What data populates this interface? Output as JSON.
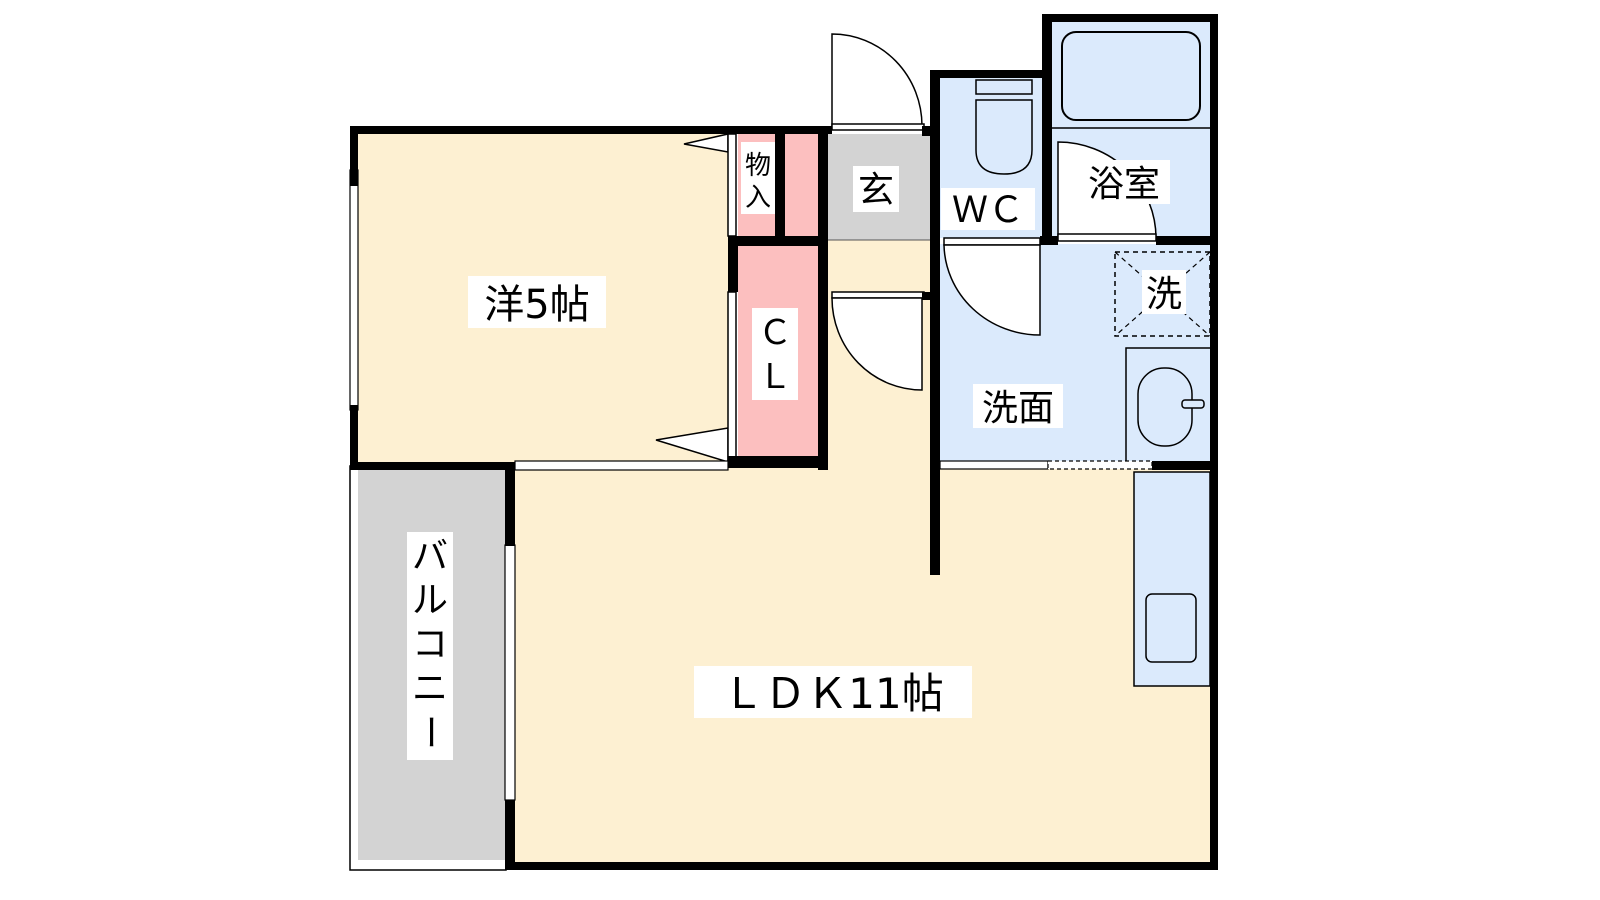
{
  "plan": {
    "rooms": {
      "western": "洋5帖",
      "storage": [
        "物",
        "入"
      ],
      "entrance": "玄",
      "wc": "ＷＣ",
      "bath": "浴室",
      "washer": "洗",
      "closet": [
        "Ｃ",
        "Ｌ"
      ],
      "washroom": "洗面",
      "balcony": [
        "バ",
        "ル",
        "コ",
        "ニ",
        "ー"
      ],
      "ldk": "ＬＤＫ11帖"
    },
    "colors": {
      "room_beige": "#fdf0d2",
      "wet_blue": "#dbeafc",
      "closet_pink": "#fcbfbf",
      "gray": "#d3d3d3",
      "wall": "#000000"
    }
  }
}
